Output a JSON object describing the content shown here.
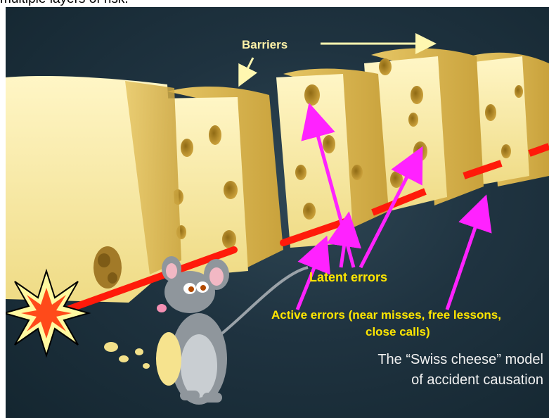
{
  "top_caption": "multiple layers of risk.",
  "labels": {
    "barriers": "Barriers",
    "latent_errors": "Latent errors",
    "active_errors_line1": "Active errors (near misses, free lessons,",
    "active_errors_line2": "close calls)"
  },
  "title": {
    "line1": "The “Swiss cheese” model",
    "line2": "of accident causation"
  },
  "colors": {
    "background": "#1f3340",
    "cheese": "#f6e9a0",
    "cheese_edge": "#d9b84a",
    "hole": "#c69a2c",
    "trajectory": "#ff1a0a",
    "arrow_magenta": "#ff22ff",
    "label_yellow": "#ffe600",
    "arrow_pale": "#fff7b0"
  },
  "icons": [
    "explosion-icon",
    "rat-icon",
    "cheese-slice-icon",
    "arrow-icon"
  ]
}
